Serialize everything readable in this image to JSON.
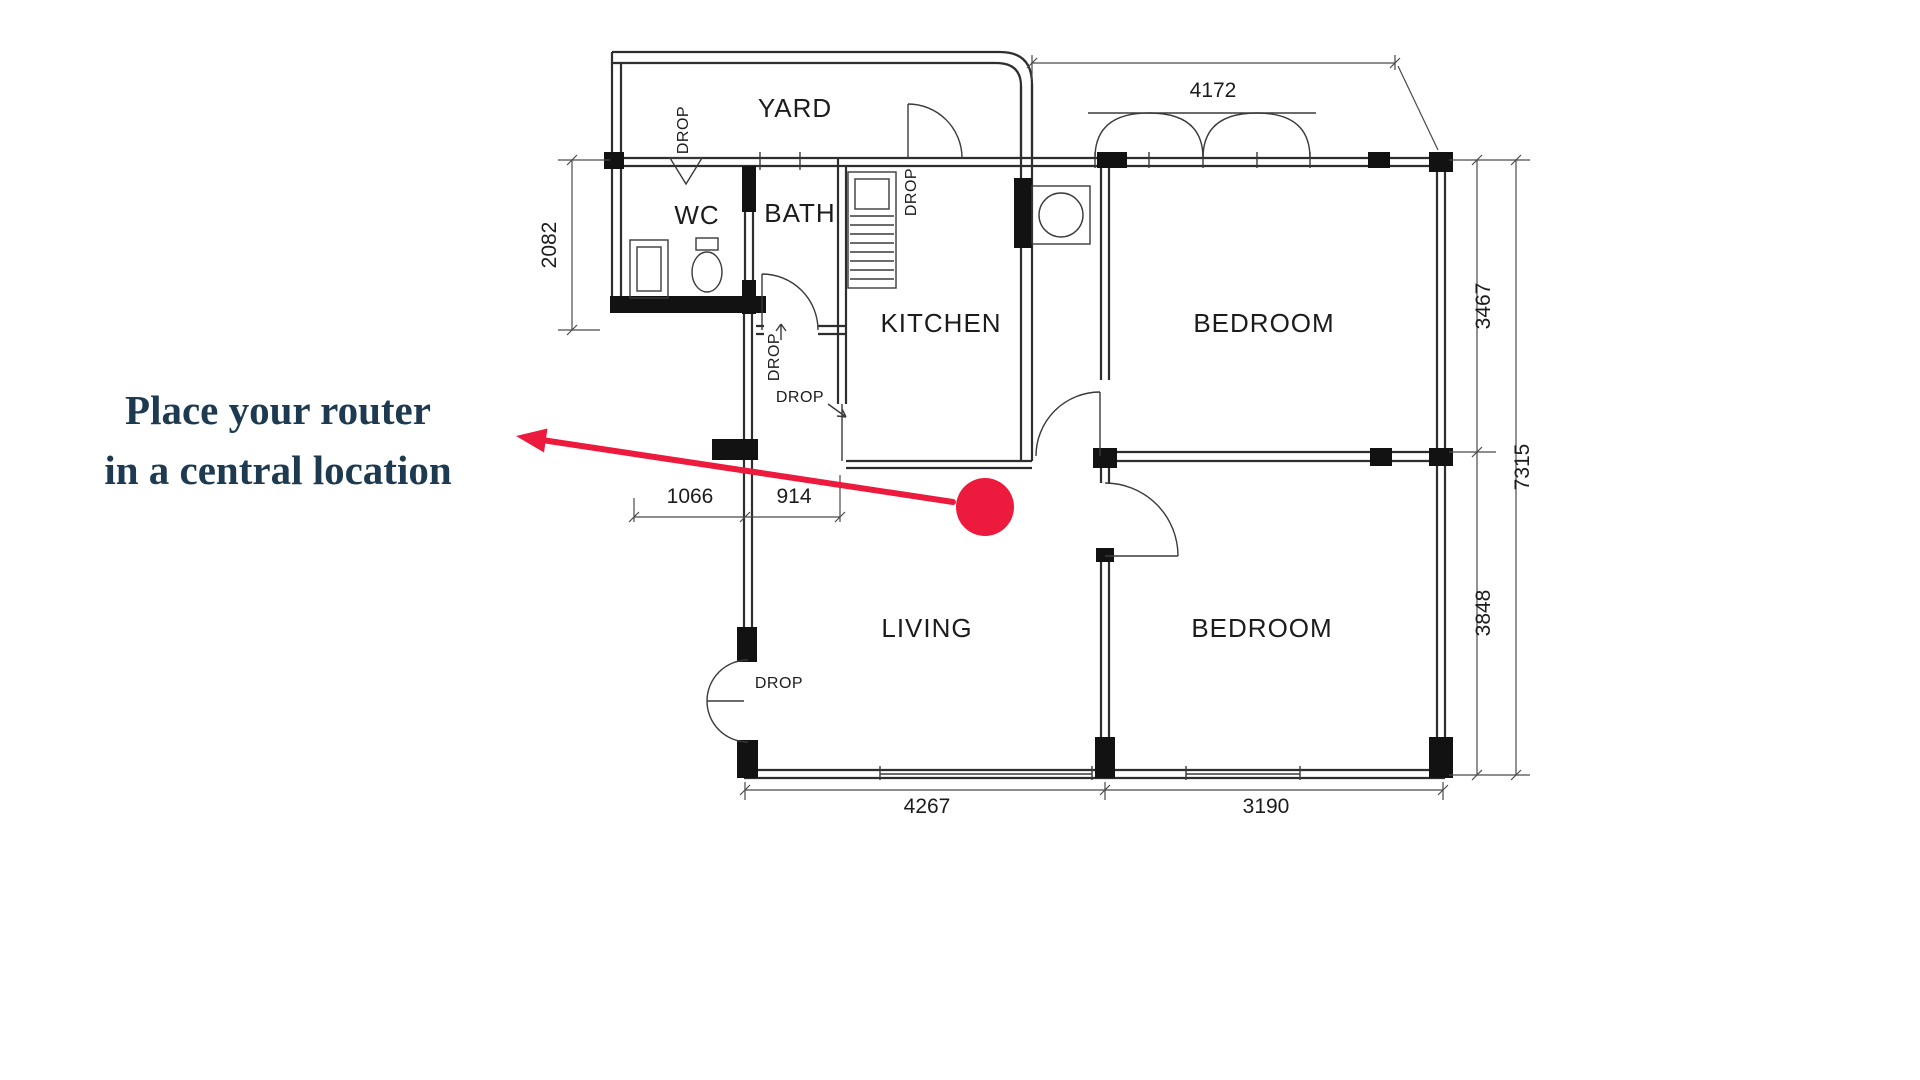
{
  "annotation": {
    "line1": "Place your router",
    "line2": "in a central location"
  },
  "colors": {
    "accent_red": "#ec1b3d",
    "annotation_navy": "#1d3a50",
    "plan_line": "#2e2e2e"
  },
  "floorplan": {
    "rooms": {
      "yard": "YARD",
      "wc": "WC",
      "bath": "BATH",
      "kitchen": "KITCHEN",
      "bedroom_top": "BEDROOM",
      "living": "LIVING",
      "bedroom_bottom": "BEDROOM"
    },
    "dimensions": {
      "top_width": "4172",
      "left_height": "2082",
      "right_upper": "3467",
      "right_lower": "3848",
      "right_overall": "7315",
      "hall_left": "1066",
      "hall_right": "914",
      "bottom_left": "4267",
      "bottom_right": "3190"
    },
    "drops": {
      "yard": "DROP",
      "kitchen_top": "DROP",
      "bath": "DROP",
      "kitchen_entry": "DROP",
      "entrance": "DROP"
    }
  }
}
